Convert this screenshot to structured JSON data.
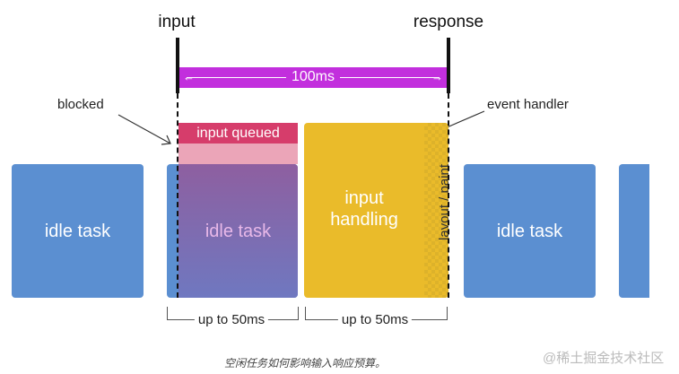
{
  "labels": {
    "input": "input",
    "response": "response",
    "duration": "100ms",
    "blocked": "blocked",
    "event_handler": "event handler",
    "input_queued": "input queued",
    "input_handling_1": "input",
    "input_handling_2": "handling",
    "layout_paint": "layout / paint"
  },
  "tasks": [
    "idle task",
    "idle task",
    "idle task"
  ],
  "brackets": [
    "up to 50ms",
    "up to 50ms"
  ],
  "caption": "空闲任务如何影响输入响应预算。",
  "watermark": "@稀土掘金技术社区",
  "colors": {
    "idle": "#5b8fd1",
    "queued": "#d63d6b",
    "queued_light": "#eba5b8",
    "handling": "#eabb2a",
    "budget": "#c22fdd"
  }
}
